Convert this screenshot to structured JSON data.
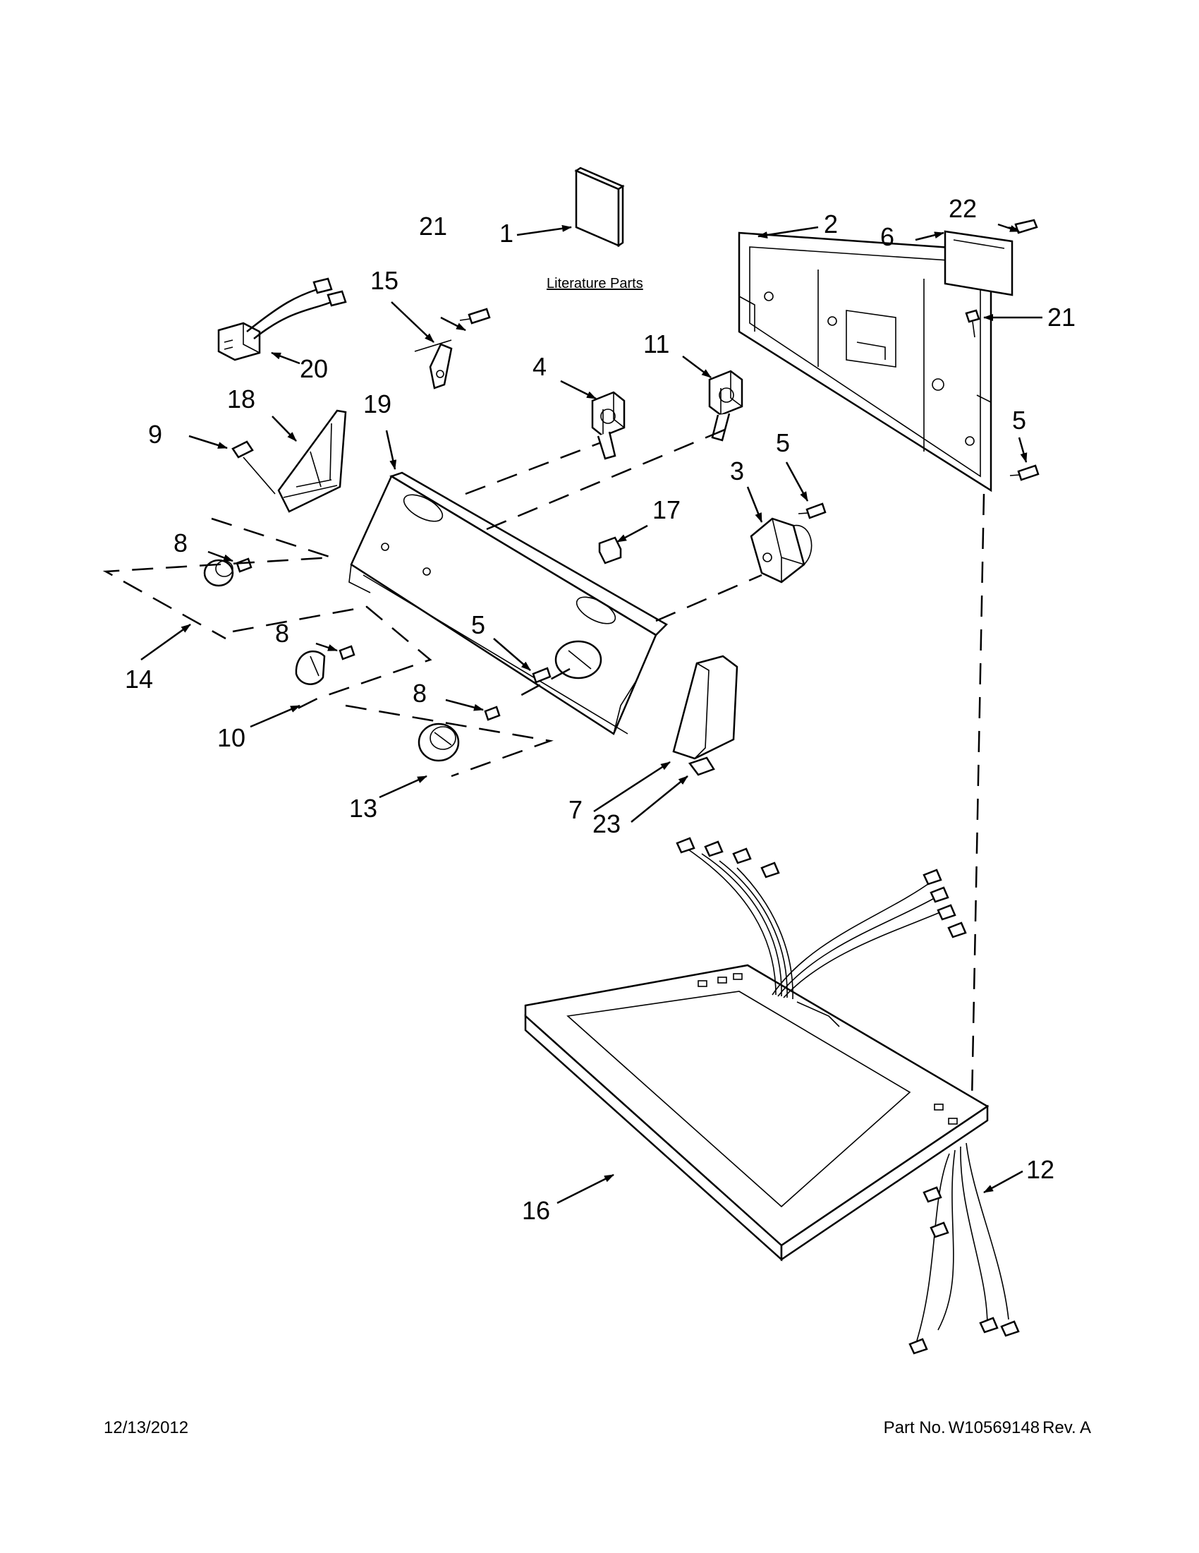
{
  "literature_label": "Literature Parts",
  "callouts": [
    {
      "id": "c1",
      "text": "1"
    },
    {
      "id": "c2",
      "text": "2"
    },
    {
      "id": "c3",
      "text": "3"
    },
    {
      "id": "c4",
      "text": "4"
    },
    {
      "id": "c5a",
      "text": "5"
    },
    {
      "id": "c5b",
      "text": "5"
    },
    {
      "id": "c5c",
      "text": "5"
    },
    {
      "id": "c6",
      "text": "6"
    },
    {
      "id": "c7",
      "text": "7"
    },
    {
      "id": "c8a",
      "text": "8"
    },
    {
      "id": "c8b",
      "text": "8"
    },
    {
      "id": "c8c",
      "text": "8"
    },
    {
      "id": "c9",
      "text": "9"
    },
    {
      "id": "c10",
      "text": "10"
    },
    {
      "id": "c11",
      "text": "11"
    },
    {
      "id": "c12",
      "text": "12"
    },
    {
      "id": "c13",
      "text": "13"
    },
    {
      "id": "c14",
      "text": "14"
    },
    {
      "id": "c15",
      "text": "15"
    },
    {
      "id": "c16",
      "text": "16"
    },
    {
      "id": "c17",
      "text": "17"
    },
    {
      "id": "c18",
      "text": "18"
    },
    {
      "id": "c19",
      "text": "19"
    },
    {
      "id": "c20",
      "text": "20"
    },
    {
      "id": "c21a",
      "text": "21"
    },
    {
      "id": "c21b",
      "text": "21"
    },
    {
      "id": "c22",
      "text": "22"
    },
    {
      "id": "c23",
      "text": "23"
    }
  ],
  "footer": {
    "date": "12/13/2012",
    "part_label": "Part No.",
    "part_number": "W10569148",
    "revision": "Rev. A"
  }
}
